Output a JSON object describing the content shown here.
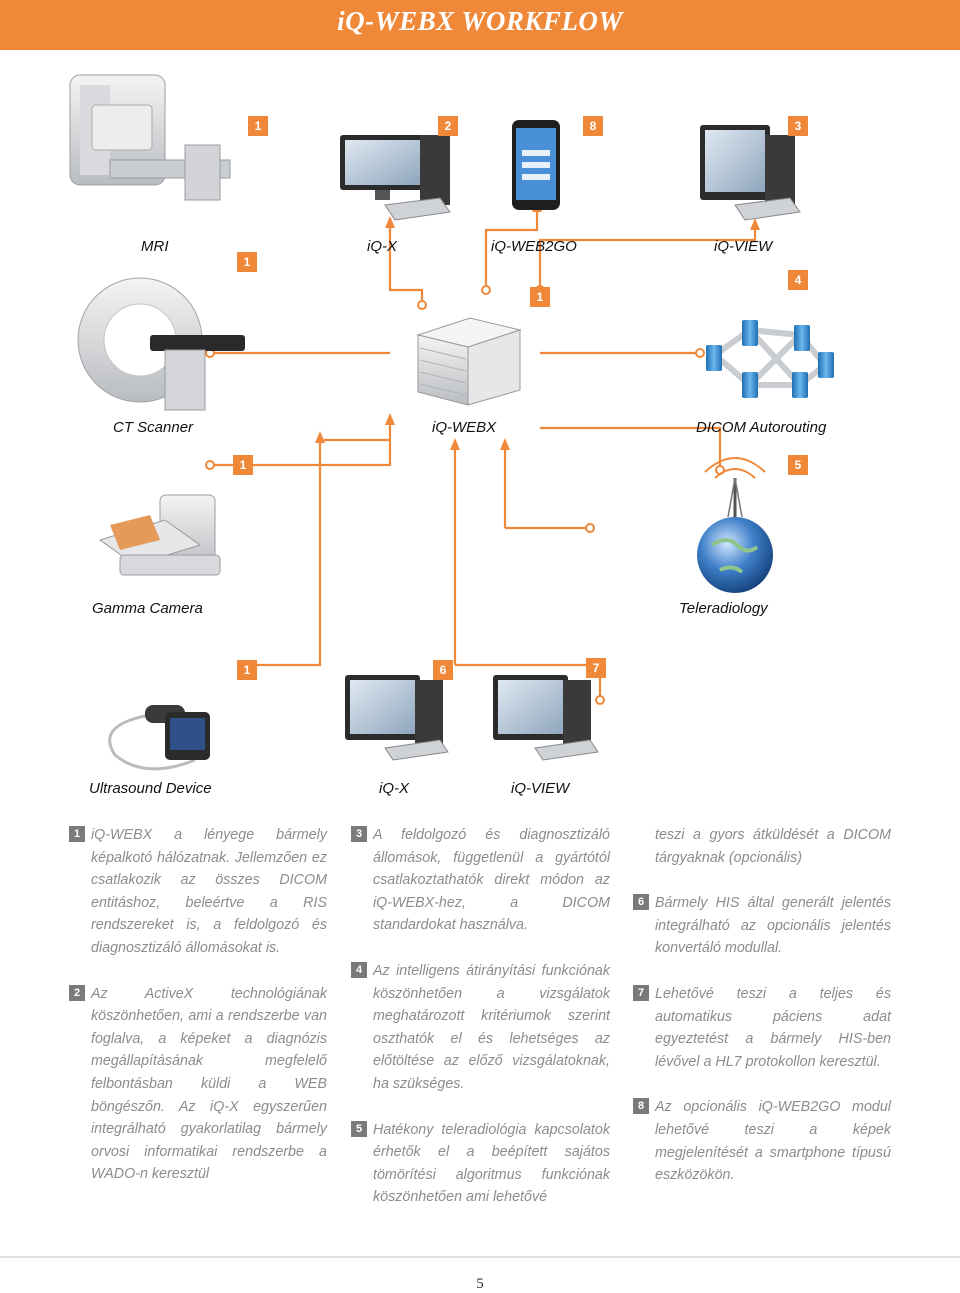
{
  "header": {
    "title": "iQ-WEBX WORKFLOW"
  },
  "devices": {
    "mri": "MRI",
    "ct": "CT Scanner",
    "gamma": "Gamma Camera",
    "ultrasound": "Ultrasound Device",
    "iqx_top": "iQ-X",
    "web2go": "iQ-WEB2GO",
    "iqview_top": "iQ-VIEW",
    "webx": "iQ-WEBX",
    "autorouting": "DICOM Autorouting",
    "teleradiology": "Teleradiology",
    "iqx_bottom": "iQ-X",
    "iqview_bottom": "iQ-VIEW"
  },
  "badges": {
    "b_mri_top": "1",
    "b_iqx_top": "2",
    "b_web2go_top": "8",
    "b_iqview_top": "3",
    "b_mri_link": "1",
    "b_web2go_link": "1",
    "b_autorouting": "4",
    "b_ct_link": "1",
    "b_teleradiology": "5",
    "b_gamma_link": "1",
    "b_iqx_bottom": "6",
    "b_iqview_bottom": "7"
  },
  "notes": [
    {
      "num": "1",
      "text": "iQ-WEBX a lényege bármely képalkotó hálózatnak. Jellemzően ez csatlakozik az összes DICOM entitáshoz, beleértve a RIS rendszereket is, a feldolgozó és diagnosztizáló állomásokat is."
    },
    {
      "num": "2",
      "text": "Az ActiveX technológiának köszönhetően, ami a rendszerbe van foglalva, a képeket a diagnózis megállapításának megfelelő felbontásban küldi a WEB böngészőn. Az iQ-X egyszerűen integrálható gyakorlatilag bármely orvosi informatikai rendszerbe a WADO-n keresztül"
    },
    {
      "num": "3",
      "text": "A feldolgozó és diagnosztizáló állomások, függetlenül a gyártótól csatlakoztathatók direkt módon az iQ-WEBX-hez, a DICOM standardokat használva."
    },
    {
      "num": "4",
      "text": "Az intelligens átirányítási funkciónak köszönhetően a vizsgálatok meghatározott kritériumok szerint oszthatók el és lehetséges az előtöltése az előző vizsgálatoknak, ha szükséges."
    },
    {
      "num": "5",
      "text": "Hatékony teleradiológia kapcsolatok érhetők el a beépített sajátos tömörítési algoritmus funkciónak köszönhetően ami lehetővé"
    },
    {
      "num": "",
      "text": "teszi a gyors átküldését a DICOM tárgyaknak (opcionális)"
    },
    {
      "num": "6",
      "text": "Bármely HIS által generált jelentés integrálható az opcionális jelentés konvertáló modullal."
    },
    {
      "num": "7",
      "text": "Lehetővé teszi a teljes és automatikus páciens adat egyeztetést a bármely HIS-ben lévővel a HL7 protokollon keresztül."
    },
    {
      "num": "8",
      "text": "Az opcionális iQ-WEB2GO modul lehetővé teszi a képek megjelenítését a smartphone típusú eszközökön."
    }
  ],
  "page_number": "5"
}
